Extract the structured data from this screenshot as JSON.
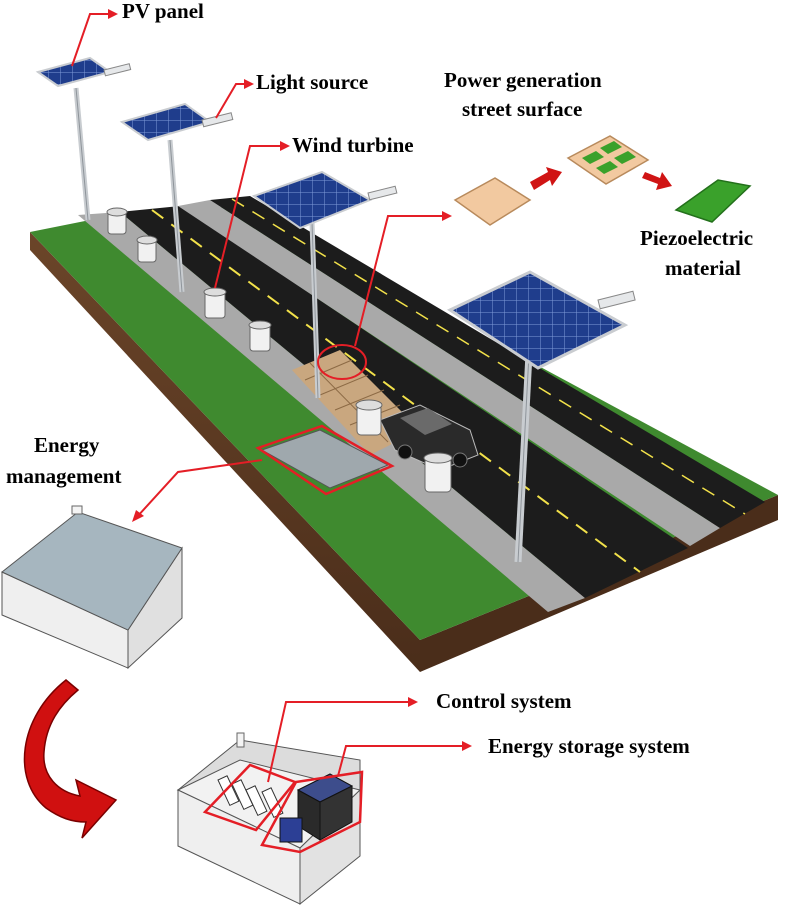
{
  "labels": {
    "pv_panel": "PV panel",
    "light_source": "Light source",
    "wind_turbine": "Wind turbine",
    "power_generation_line1": "Power generation",
    "power_generation_line2": "street surface",
    "piezoelectric_line1": "Piezoelectric",
    "piezoelectric_line2": "material",
    "energy_management_line1": "Energy",
    "energy_management_line2": "management",
    "control_system": "Control system",
    "energy_storage_system": "Energy storage system"
  },
  "colors": {
    "callout": "#e41e26",
    "grass": "#3f8a2f",
    "grass_light": "#4fa03a",
    "asphalt": "#1c1c1c",
    "sidewalk": "#a9a9a9",
    "soil": "#5b3a24",
    "road_line": "#f2e14a",
    "solar_panel": "#1f3d8c",
    "pole": "#c8ccd0",
    "piezo_board": "#f2c9a0",
    "piezo_green": "#3aa12b",
    "box_lid": "#a6b6bf",
    "box_body": "#efefef",
    "curved_arrow": "#d01010"
  }
}
